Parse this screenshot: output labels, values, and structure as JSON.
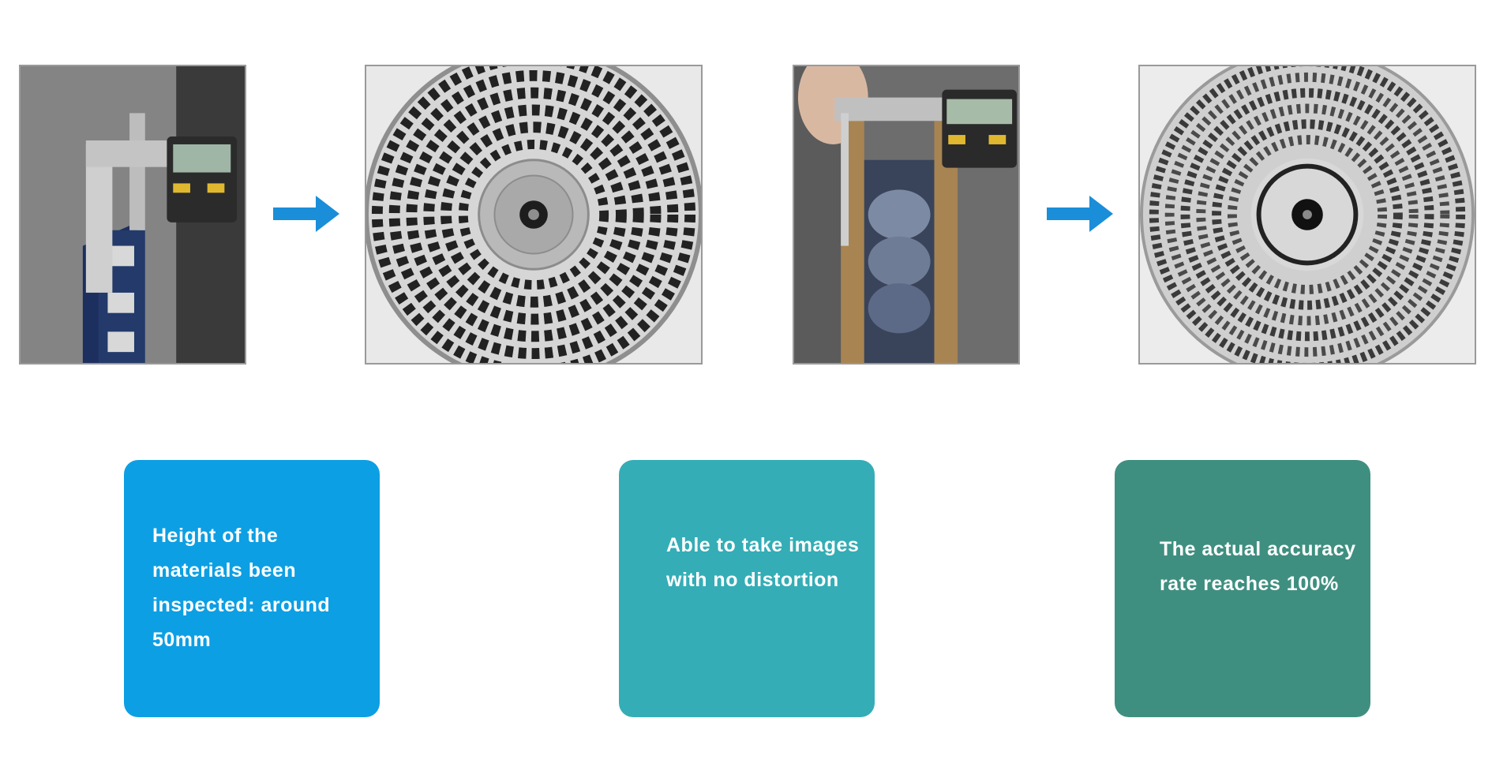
{
  "colors": {
    "arrow": "#1a8ed8",
    "card_1": "#0d9fe3",
    "card_2": "#34adb6",
    "card_3": "#3f8f80",
    "card_text": "#ffffff"
  },
  "icons": [
    "arrow-right-icon"
  ],
  "cards": [
    {
      "text": "Height of the materials been inspected: around 50mm"
    },
    {
      "text": "Able to take images with no distortion"
    },
    {
      "text": "The actual accuracy rate reaches 100%"
    }
  ]
}
